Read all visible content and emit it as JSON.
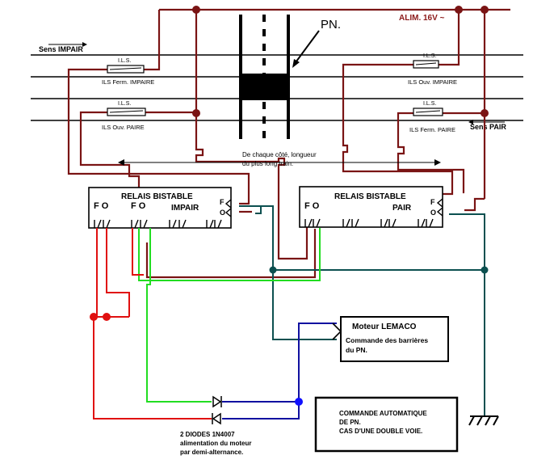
{
  "texts": {
    "pn_label": "PN.",
    "power_label": "ALIM. 16V ~",
    "dir_impair": "Sens IMPAIR",
    "dir_pair": "Sens PAIR",
    "ils_tag": "I.L.S.",
    "ils_ferm_impaire": "ILS Ferm. IMPAIRE",
    "ils_ouv_impaire": "ILS Ouv. IMPAIRE",
    "ils_ouv_paire": "ILS Ouv. PAIRE",
    "ils_ferm_paire": "ILS Ferm. PAIRE",
    "train_length_line1": "De chaque côté, longueur",
    "train_length_line2": "du plus long train.",
    "relay_impair_title": "RELAIS BISTABLE",
    "relay_impair_sub": "IMPAIR",
    "relay_pair_title": "RELAIS BISTABLE",
    "relay_pair_sub": "PAIR",
    "f_letter": "F",
    "o_letter": "O",
    "fo_pair": "F  O",
    "motor_title": "Moteur LEMACO",
    "motor_line1": "Commande des barrières",
    "motor_line2": "du PN.",
    "title_line1": "COMMANDE AUTOMATIQUE",
    "title_line2": "DE PN.",
    "title_line3": "CAS D'UNE DOUBLE VOIE.",
    "diodes_line1": "2 DIODES 1N4007",
    "diodes_line2": "alimentation du moteur",
    "diodes_line3": "par demi-alternance."
  },
  "colors": {
    "wire_brown": "#7a1414",
    "wire_red": "#e01010",
    "wire_green": "#22dd22",
    "wire_teal": "#0c5050",
    "wire_blue": "#1010a0",
    "ink": "#000000"
  }
}
